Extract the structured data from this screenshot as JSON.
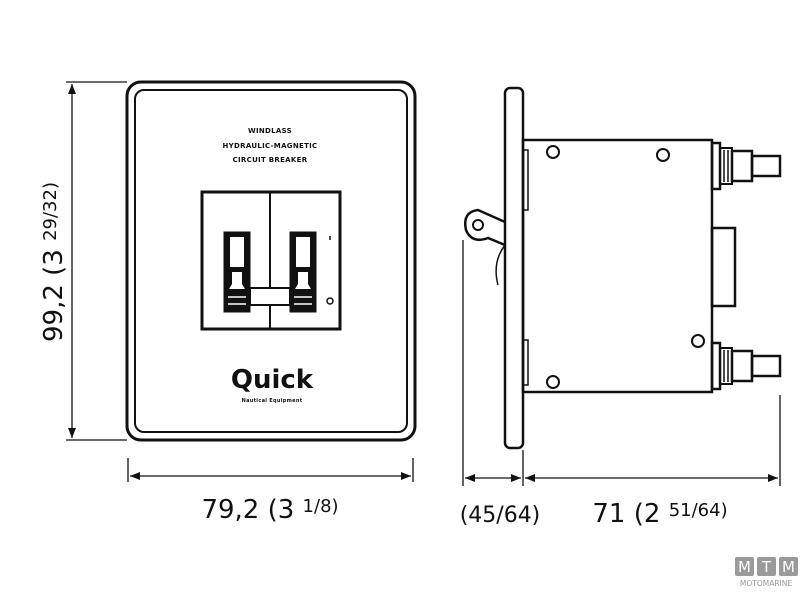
{
  "front_view": {
    "label_lines": [
      "WINDLASS",
      "HYDRAULIC-MAGNETIC",
      "CIRCUIT BREAKER"
    ],
    "brand": "Quick",
    "brand_tagline": "Nautical Equipment"
  },
  "dimensions": {
    "height": {
      "mm": "99,2",
      "inch_whole": "(3 ",
      "inch_frac": "29/32)"
    },
    "width": {
      "mm": "79,2",
      "inch_whole": "(3 ",
      "inch_frac": "1/8)"
    },
    "flange": {
      "text": "(45/64)"
    },
    "depth": {
      "mm": "71",
      "inch_whole": "(2 ",
      "inch_frac": "51/64)"
    }
  },
  "watermark": {
    "letters": [
      "M",
      "T",
      "M"
    ],
    "text": "MOTOMARINE"
  },
  "colors": {
    "line": "#111111",
    "watermark": "#9a9a9a"
  }
}
